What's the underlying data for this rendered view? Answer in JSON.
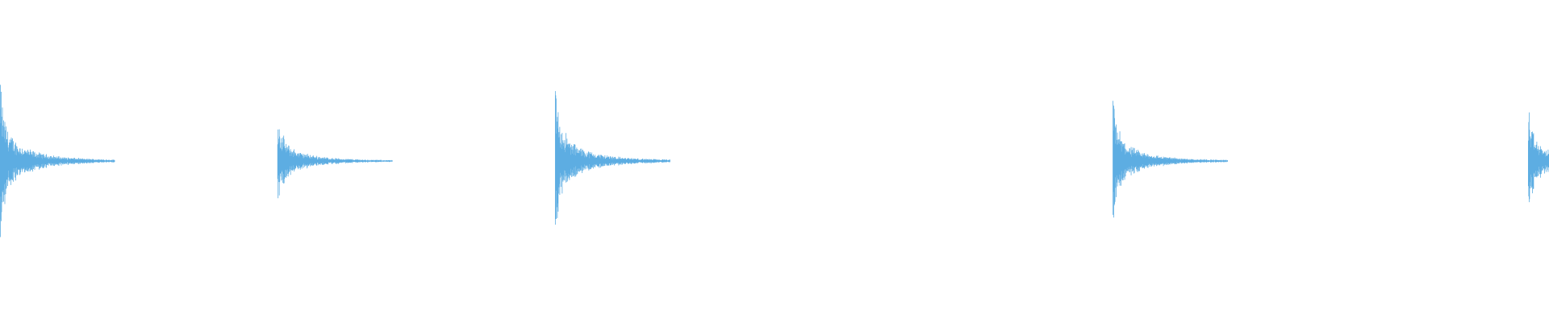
{
  "waveform": {
    "color": "#5dade2",
    "background": "#ffffff",
    "duration_seconds": 13.5,
    "hits": [
      {
        "time_seconds": 0.0,
        "peak_amplitude": 1.0,
        "decay_seconds": 1.0
      },
      {
        "time_seconds": 2.42,
        "peak_amplitude": 0.62,
        "decay_seconds": 1.0
      },
      {
        "time_seconds": 4.84,
        "peak_amplitude": 1.0,
        "decay_seconds": 1.0
      },
      {
        "time_seconds": 9.7,
        "peak_amplitude": 0.8,
        "decay_seconds": 1.0
      },
      {
        "time_seconds": 13.32,
        "peak_amplitude": 0.66,
        "decay_seconds": 0.18
      }
    ]
  }
}
